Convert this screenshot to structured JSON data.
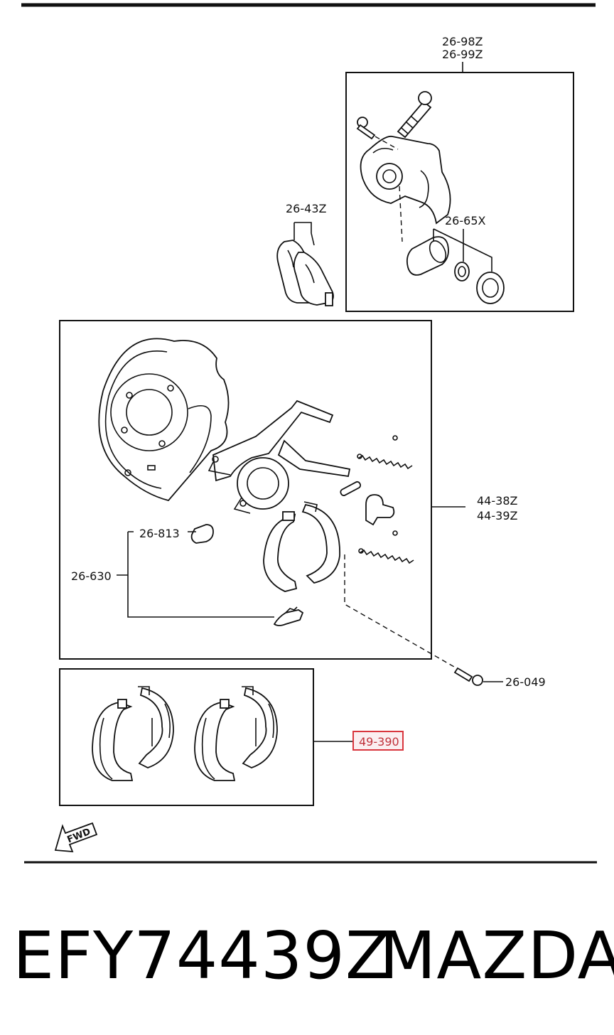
{
  "labels": {
    "caliper_assembly_left": "26-98Z",
    "caliper_assembly_right": "26-99Z",
    "pad_set": "26-43Z",
    "piston_seal_kit": "26-65X",
    "backing_plate_left": "44-38Z",
    "backing_plate_right": "44-39Z",
    "adjuster_kit": "26-813",
    "hold_down_kit": "26-630",
    "bolt": "26-049",
    "parking_shoe_set": "49-390",
    "fwd_arrow": "FWD"
  },
  "highlight": {
    "label_key": "parking_shoe_set",
    "color": "#d9363e"
  },
  "caption": {
    "part_number": "EFY74439Z",
    "brand": "MAZDA"
  }
}
